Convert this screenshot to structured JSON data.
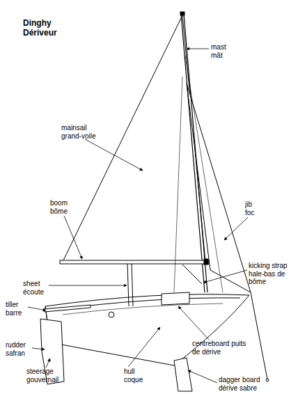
{
  "diagram": {
    "title": "Dinghy Dériveur",
    "labels": [
      "mast mât",
      "mainsail grand-voile",
      "boom bôme",
      "jib foc",
      "kicking strap hale-bas de bôme",
      "sheet écoute",
      "tiller barre",
      "rudder safran",
      "steerage gouvernail",
      "hull coque",
      "centreboard puits de dérive",
      "dagger board dérive sabre"
    ]
  }
}
